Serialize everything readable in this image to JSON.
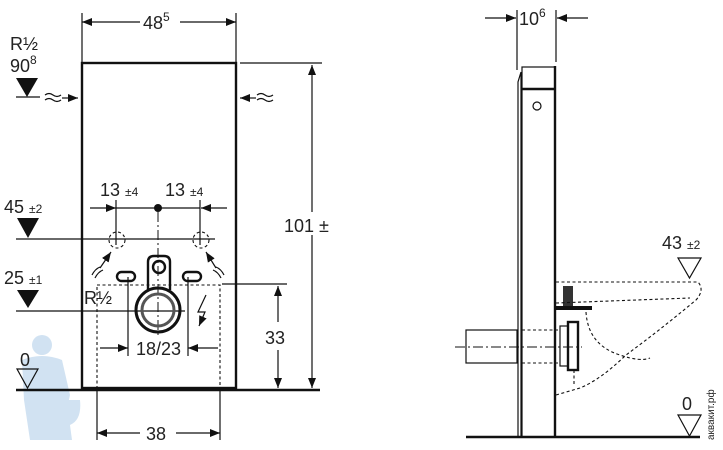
{
  "front_view": {
    "width_label": "48",
    "width_sup": "5",
    "height_label": "101 ±",
    "supply_thread": "R½",
    "supply_height": "90",
    "supply_height_sup": "8",
    "offset_left": "13",
    "offset_left_tol": "±4",
    "offset_right": "13",
    "offset_right_tol": "±4",
    "level_45": "45",
    "level_45_tol": "±2",
    "level_25": "25",
    "level_25_tol": "±1",
    "connection_thread": "R½",
    "bolt_spacing": "18/23",
    "drain_height": "33",
    "frame_width": "38",
    "floor_level": "0"
  },
  "side_view": {
    "depth_label": "10",
    "depth_sup": "6",
    "seat_height": "43",
    "seat_height_tol": "±2",
    "floor_level": "0"
  },
  "watermark": "аквакит.рф",
  "colors": {
    "line": "#111111",
    "watermark": "#bcd6ea"
  }
}
